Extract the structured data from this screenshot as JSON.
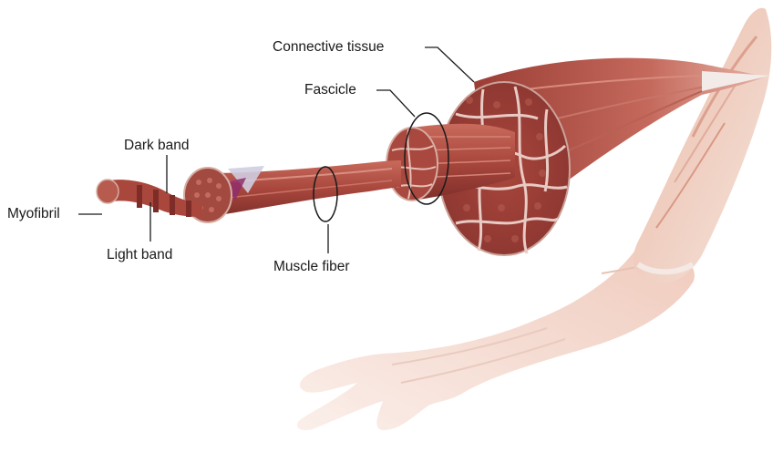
{
  "labels": {
    "connective_tissue": "Connective tissue",
    "fascicle": "Fascicle",
    "dark_band": "Dark band",
    "myofibril": "Myofibril",
    "light_band": "Light band",
    "muscle_fiber": "Muscle fiber"
  },
  "colors": {
    "muscle_dark": "#8e3a33",
    "muscle_mid": "#b4584c",
    "muscle_light": "#d98c7e",
    "skin": "#f2d2c3",
    "tendon": "#efe6e2",
    "leader_line": "#1a1a1a"
  }
}
